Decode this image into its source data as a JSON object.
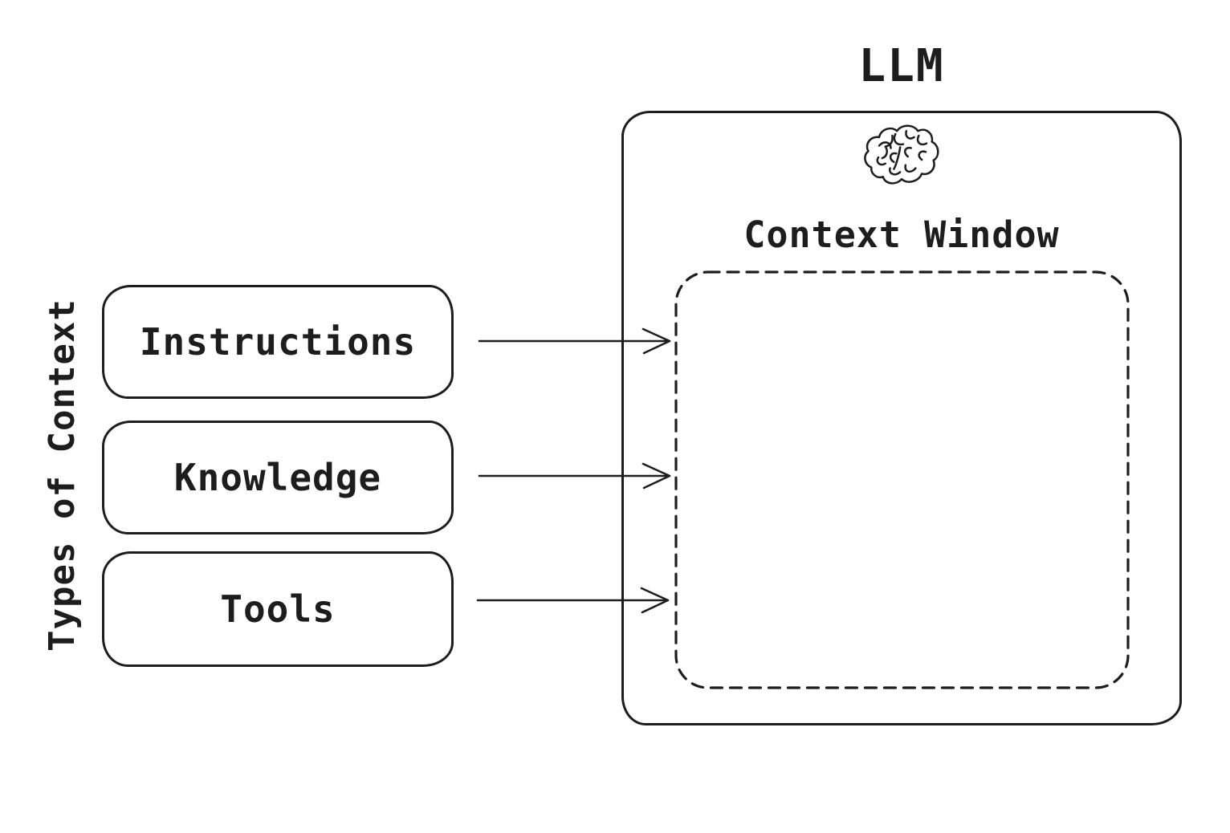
{
  "diagram": {
    "title": "LLM",
    "llm": {
      "icon": "brain-icon",
      "context_window_label": "Context Window"
    },
    "types_of_context": {
      "group_label": "Types of Context",
      "items": [
        {
          "label": "Instructions"
        },
        {
          "label": "Knowledge"
        },
        {
          "label": "Tools"
        }
      ]
    },
    "colors": {
      "ink": "#1d1d1d",
      "background": "#ffffff"
    }
  }
}
